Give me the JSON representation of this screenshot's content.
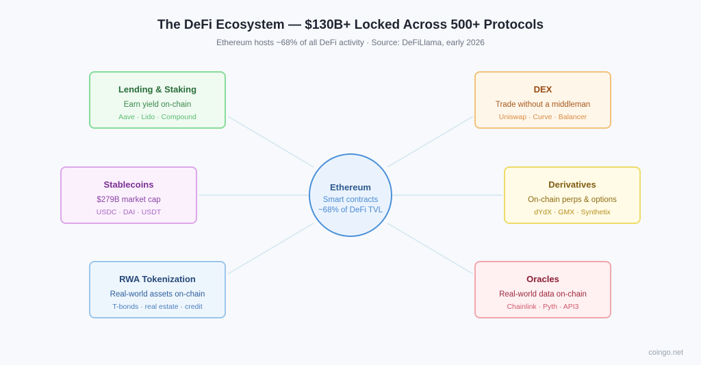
{
  "title": "The DeFi Ecosystem — $130B+ Locked Across 500+ Protocols",
  "subtitle": "Ethereum hosts ~68% of all DeFi activity · Source: DeFiLlama, early 2026",
  "hub": {
    "title": "Ethereum",
    "line1": "Smart contracts",
    "line2": "~68% of DeFi TVL"
  },
  "nodes": {
    "lending": {
      "title": "Lending & Staking",
      "desc": "Earn yield on-chain",
      "examples": "Aave · Lido · Compound",
      "colors": {
        "border": "#86dc9a",
        "bg": "#effaf1",
        "title": "#2a6e3a",
        "desc": "#3b8a4c",
        "examples": "#5bbd72"
      }
    },
    "stablecoins": {
      "title": "Stablecoins",
      "desc": "$279B market cap",
      "examples": "USDC · DAI · USDT",
      "colors": {
        "border": "#dca7e9",
        "bg": "#fbf1fd",
        "title": "#7a2f93",
        "desc": "#8a45a4",
        "examples": "#a969c2"
      }
    },
    "rwa": {
      "title": "RWA Tokenization",
      "desc": "Real-world assets on-chain",
      "examples": "T-bonds · real estate · credit",
      "colors": {
        "border": "#9cc6ea",
        "bg": "#eef6fd",
        "title": "#274a7a",
        "desc": "#2e5e9c",
        "examples": "#4d7fbd"
      }
    },
    "dex": {
      "title": "DEX",
      "desc": "Trade without a middleman",
      "examples": "Uniswap · Curve · Balancer",
      "colors": {
        "border": "#f3c27c",
        "bg": "#fff6ea",
        "title": "#9a4c12",
        "desc": "#a65a1c",
        "examples": "#d88c3f"
      }
    },
    "derivatives": {
      "title": "Derivatives",
      "desc": "On-chain perps & options",
      "examples": "dYdX · GMX · Synthetix",
      "colors": {
        "border": "#eedb6a",
        "bg": "#fffbe6",
        "title": "#805d12",
        "desc": "#8f6a12",
        "examples": "#b58e1c"
      }
    },
    "oracles": {
      "title": "Oracles",
      "desc": "Real-world data on-chain",
      "examples": "Chainlink · Pyth · API3",
      "colors": {
        "border": "#f0a7ae",
        "bg": "#fff0f2",
        "title": "#8a1f34",
        "desc": "#9c2a3d",
        "examples": "#cf5a6b"
      }
    }
  },
  "watermark": "coingo.net",
  "link_color": "#d3e6ef"
}
